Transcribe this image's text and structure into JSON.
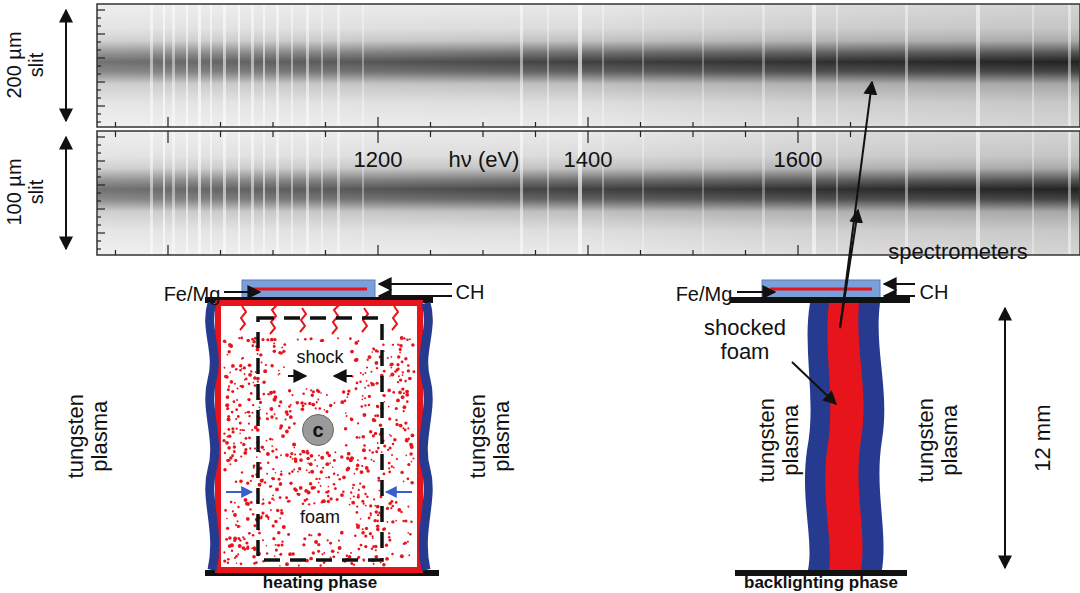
{
  "diagram": {
    "nodes": [
      {
        "text": [
          "c"
        ]
      }
    ],
    "labels": [
      "200 µm slit",
      "100 µm slit",
      "1200",
      "hν (eV)",
      "1400",
      "1600",
      "spectrometers",
      "Fe/Mg",
      "CH",
      "shock",
      "tungsten plasma",
      "tungsten plasma",
      "foam",
      "heating phase",
      "Fe/Mg",
      "CH",
      "shocked foam",
      "tungsten plasma",
      "tungsten plasma",
      "12 mm",
      "backlighting phase"
    ]
  }
}
